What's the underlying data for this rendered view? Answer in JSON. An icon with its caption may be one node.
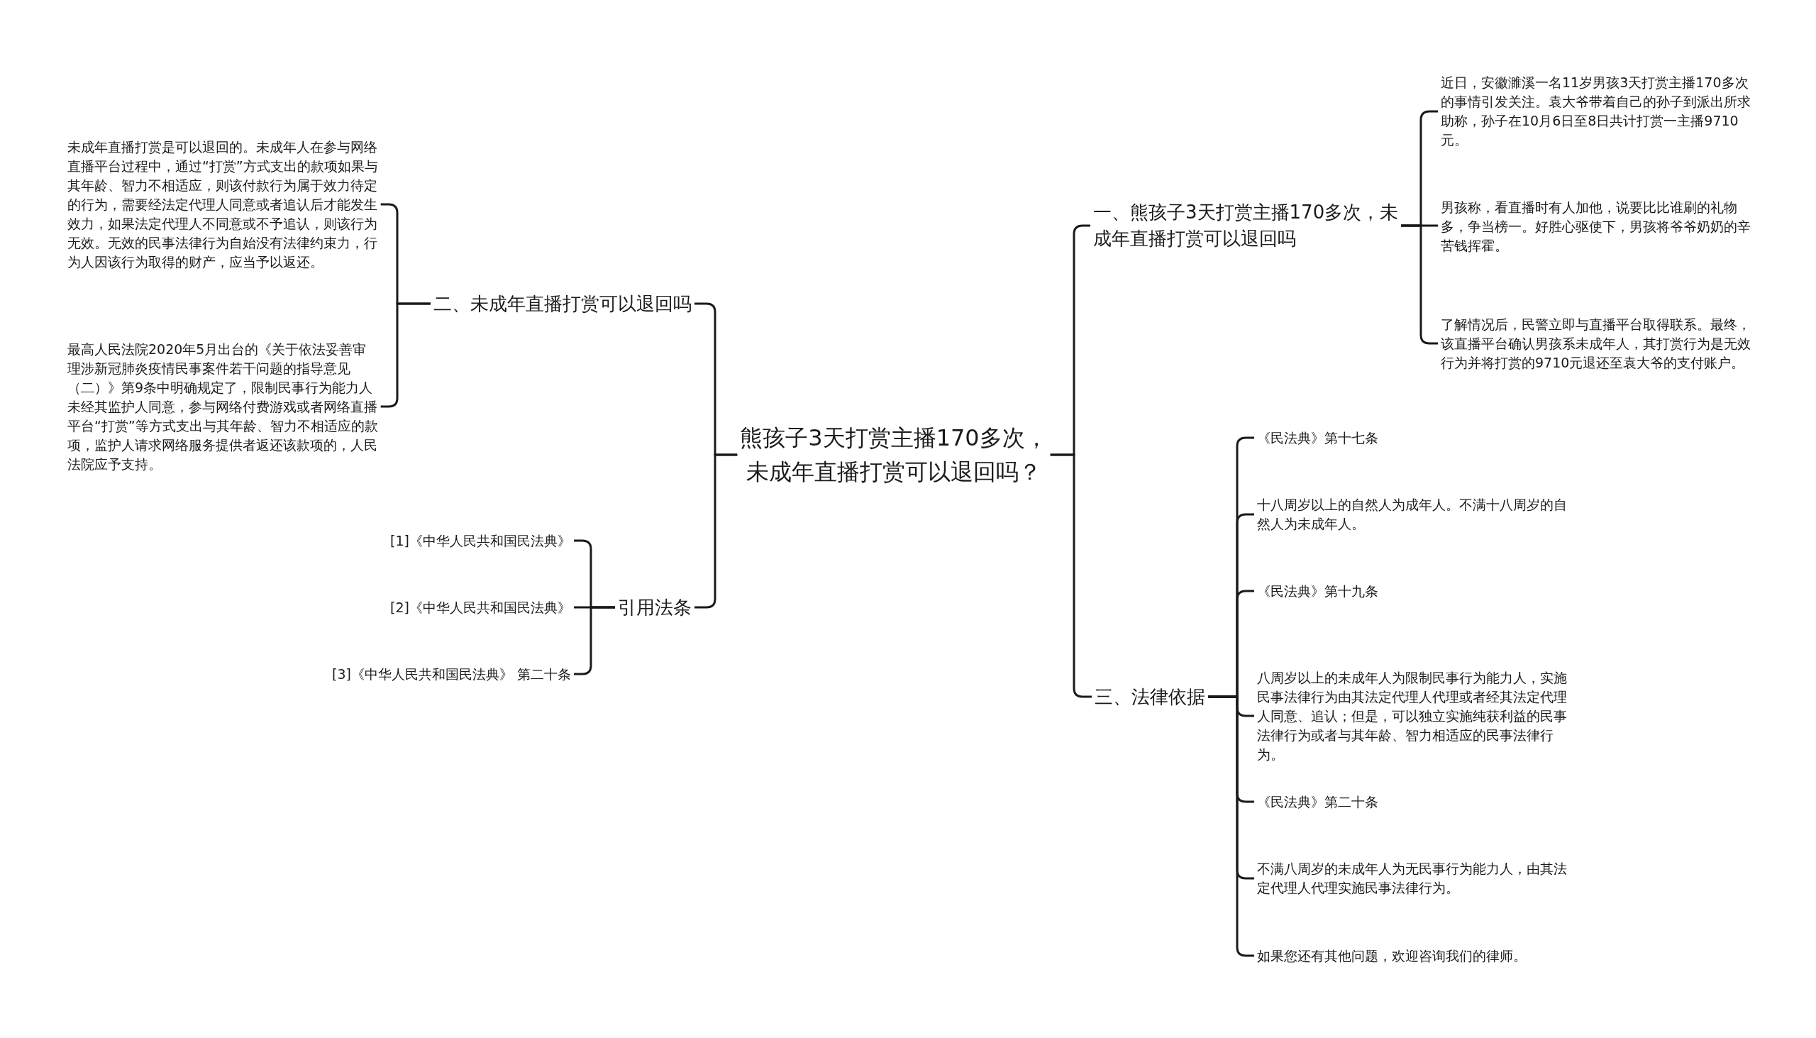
{
  "diagram": {
    "nodes": [
      {
        "text": [
          "熊孩子3天打赏主播170多次，未成年直播打赏可以退回吗？"
        ]
      },
      {
        "text": [
          "一、熊孩子3天打赏主播170多次，未成年直播打赏可以退回吗"
        ]
      },
      {
        "text": [
          "近日，安徽濉溪一名11岁男孩3天打赏主播170多次的事情引发关注。袁大爷带着自己的孙子到派出所求助称，孙子在10月6日至8日共计打赏一主播9710元。"
        ]
      },
      {
        "text": [
          "男孩称，看直播时有人加他，说要比比谁刷的礼物多，争当榜一。好胜心驱使下，男孩将爷爷奶奶的辛苦钱挥霍。"
        ]
      },
      {
        "text": [
          "了解情况后，民警立即与直播平台取得联系。最终，该直播平台确认男孩系未成年人，其打赏行为是无效行为并将打赏的9710元退还至袁大爷的支付账户。"
        ]
      },
      {
        "text": [
          "二、未成年直播打赏可以退回吗"
        ]
      },
      {
        "text": [
          "未成年直播打赏是可以退回的。未成年人在参与网络直播平台过程中，通过“打赏”方式支出的款项如果与其年龄、智力不相适应，则该付款行为属于效力待定的行为，需要经法定代理人同意或者追认后才能发生效力，如果法定代理人不同意或不予追认，则该行为无效。无效的民事法律行为自始没有法律约束力，行为人因该行为取得的财产，应当予以返还。"
        ]
      },
      {
        "text": [
          "最高人民法院2020年5月出台的《关于依法妥善审理涉新冠肺炎疫情民事案件若干问题的指导意见（二）》第9条中明确规定了，限制民事行为能力人未经其监护人同意，参与网络付费游戏或者网络直播平台“打赏”等方式支出与其年龄、智力不相适应的款项，监护人请求网络服务提供者返还该款项的，人民法院应予支持。"
        ]
      },
      {
        "text": [
          "引用法条"
        ]
      },
      {
        "text": [
          "[1]《中华人民共和国民法典》"
        ]
      },
      {
        "text": [
          "[2]《中华人民共和国民法典》"
        ]
      },
      {
        "text": [
          "[3]《中华人民共和国民法典》 第二十条"
        ]
      },
      {
        "text": [
          "三、法律依据"
        ]
      },
      {
        "text": [
          "《民法典》第十七条"
        ]
      },
      {
        "text": [
          "十八周岁以上的自然人为成年人。不满十八周岁的自然人为未成年人。"
        ]
      },
      {
        "text": [
          "《民法典》第十九条"
        ]
      },
      {
        "text": [
          "八周岁以上的未成年人为限制民事行为能力人，实施民事法律行为由其法定代理人代理或者经其法定代理人同意、追认；但是，可以独立实施纯获利益的民事法律行为或者与其年龄、智力相适应的民事法律行为。"
        ]
      },
      {
        "text": [
          "《民法典》第二十条"
        ]
      },
      {
        "text": [
          "不满八周岁的未成年人为无民事行为能力人，由其法定代理人代理实施民事法律行为。"
        ]
      },
      {
        "text": [
          "如果您还有其他问题，欢迎咨询我们的律师。"
        ]
      }
    ],
    "edges": [
      {
        "from": 0,
        "to": 1,
        "arrow": "none"
      },
      {
        "from": 0,
        "to": 5,
        "arrow": "none"
      },
      {
        "from": 0,
        "to": 8,
        "arrow": "none"
      },
      {
        "from": 0,
        "to": 12,
        "arrow": "none"
      },
      {
        "from": 1,
        "to": 2,
        "arrow": "none"
      },
      {
        "from": 1,
        "to": 3,
        "arrow": "none"
      },
      {
        "from": 1,
        "to": 4,
        "arrow": "none"
      },
      {
        "from": 5,
        "to": 6,
        "arrow": "none"
      },
      {
        "from": 5,
        "to": 7,
        "arrow": "none"
      },
      {
        "from": 8,
        "to": 9,
        "arrow": "none"
      },
      {
        "from": 8,
        "to": 10,
        "arrow": "none"
      },
      {
        "from": 8,
        "to": 11,
        "arrow": "none"
      },
      {
        "from": 12,
        "to": 13,
        "arrow": "none"
      },
      {
        "from": 12,
        "to": 14,
        "arrow": "none"
      },
      {
        "from": 12,
        "to": 15,
        "arrow": "none"
      },
      {
        "from": 12,
        "to": 16,
        "arrow": "none"
      },
      {
        "from": 12,
        "to": 17,
        "arrow": "none"
      },
      {
        "from": 12,
        "to": 18,
        "arrow": "none"
      },
      {
        "from": 12,
        "to": 19,
        "arrow": "none"
      }
    ]
  }
}
